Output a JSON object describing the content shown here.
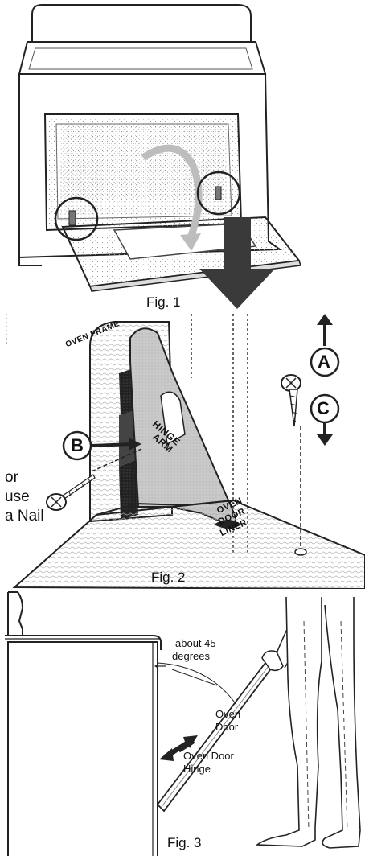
{
  "fig1": {
    "caption": "Fig. 1"
  },
  "fig2": {
    "caption": "Fig. 2",
    "oven_frame": "OVEN FRAME",
    "hinge_arm": [
      "HINGE",
      "ARM"
    ],
    "oven_door_liner": [
      "OVEN",
      "DOOR",
      "LINER"
    ],
    "marker_a": "A",
    "marker_b": "B",
    "marker_c": "C",
    "side_note": [
      "or",
      "use",
      "a Nail"
    ]
  },
  "fig3": {
    "caption": "Fig. 3",
    "angle_label": [
      "about 45",
      "degrees"
    ],
    "door_label": [
      "Oven",
      "Door"
    ],
    "hinge_label": [
      "Oven Door",
      "Hinge"
    ]
  }
}
